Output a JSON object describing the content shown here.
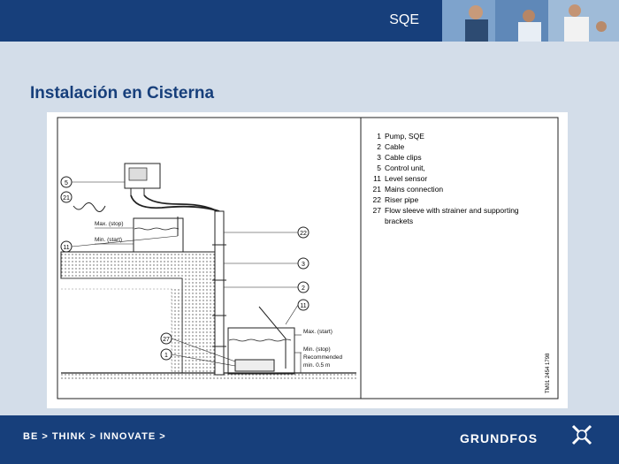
{
  "header": {
    "brand": "SQE"
  },
  "slide": {
    "title": "Instalación en Cisterna"
  },
  "legend": [
    {
      "num": "1",
      "text": "Pump, SQE"
    },
    {
      "num": "2",
      "text": "Cable"
    },
    {
      "num": "3",
      "text": "Cable clips"
    },
    {
      "num": "5",
      "text": "Control unit,"
    },
    {
      "num": "11",
      "text": "Level sensor"
    },
    {
      "num": "21",
      "text": "Mains connection"
    },
    {
      "num": "22",
      "text": "Riser pipe"
    },
    {
      "num": "27",
      "text": "Flow sleeve with strainer and supporting"
    },
    {
      "num": "",
      "text": "brackets"
    }
  ],
  "callouts": {
    "c5": "5",
    "c21": "21",
    "c11a": "11",
    "c22": "22",
    "c3": "3",
    "c2": "2",
    "c11b": "11",
    "c27": "27",
    "c1": "1"
  },
  "labels": {
    "upper_max": "Max. (stop)",
    "upper_min": "Min. (start)",
    "lower_max": "Max. (start)",
    "lower_min": "Min. (stop)",
    "recommended": "Recommended",
    "min_depth": "min. 0.5 m",
    "figure_code": "TM01 2454 1798"
  },
  "footer": {
    "slogan": "BE > THINK > INNOVATE >",
    "logo": "GRUNDFOS"
  }
}
